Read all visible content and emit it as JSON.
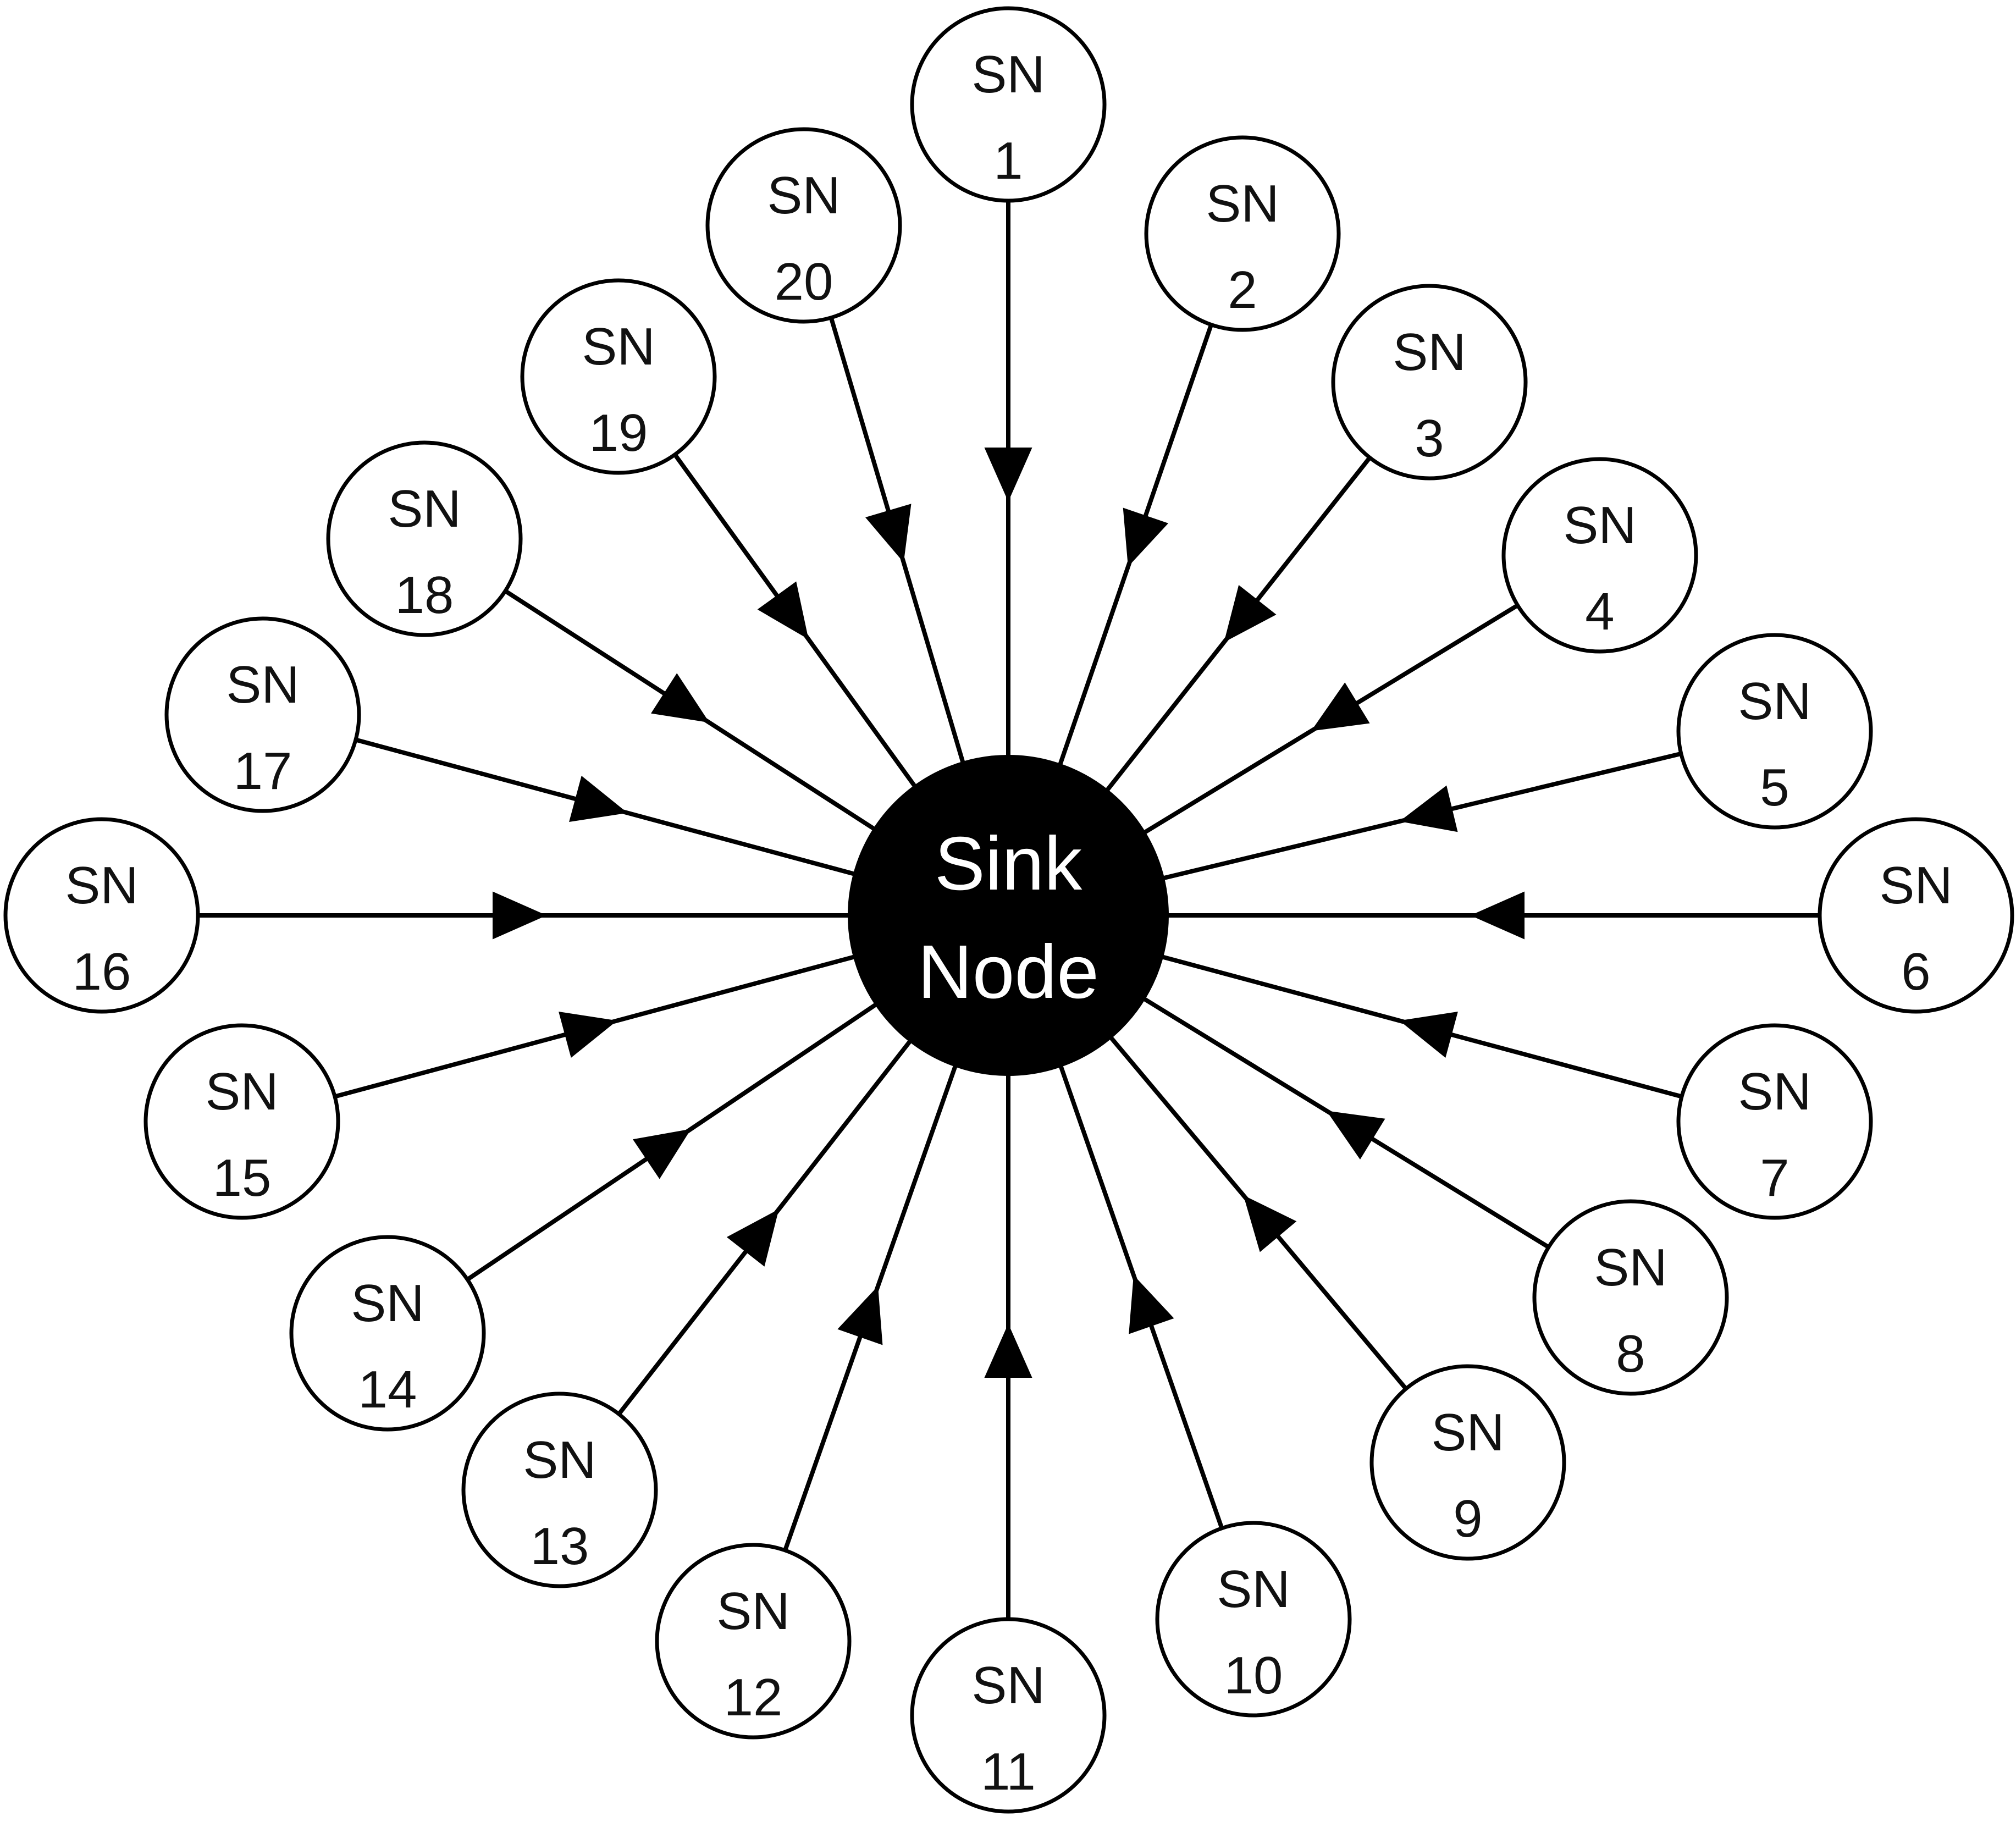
{
  "diagram": {
    "type": "star-network",
    "sink": {
      "label_line1": "Sink",
      "label_line2": "Node",
      "fill": "#000000",
      "text_color": "#ffffff"
    },
    "sensor_nodes": [
      {
        "id": 1,
        "line1": "SN",
        "line2": "1"
      },
      {
        "id": 2,
        "line1": "SN",
        "line2": "2"
      },
      {
        "id": 3,
        "line1": "SN",
        "line2": "3"
      },
      {
        "id": 4,
        "line1": "SN",
        "line2": "4"
      },
      {
        "id": 5,
        "line1": "SN",
        "line2": "5"
      },
      {
        "id": 6,
        "line1": "SN",
        "line2": "6"
      },
      {
        "id": 7,
        "line1": "SN",
        "line2": "7"
      },
      {
        "id": 8,
        "line1": "SN",
        "line2": "8"
      },
      {
        "id": 9,
        "line1": "SN",
        "line2": "9"
      },
      {
        "id": 10,
        "line1": "SN",
        "line2": "10"
      },
      {
        "id": 11,
        "line1": "SN",
        "line2": "11"
      },
      {
        "id": 12,
        "line1": "SN",
        "line2": "12"
      },
      {
        "id": 13,
        "line1": "SN",
        "line2": "13"
      },
      {
        "id": 14,
        "line1": "SN",
        "line2": "14"
      },
      {
        "id": 15,
        "line1": "SN",
        "line2": "15"
      },
      {
        "id": 16,
        "line1": "SN",
        "line2": "16"
      },
      {
        "id": 17,
        "line1": "SN",
        "line2": "17"
      },
      {
        "id": 18,
        "line1": "SN",
        "line2": "18"
      },
      {
        "id": 19,
        "line1": "SN",
        "line2": "19"
      },
      {
        "id": 20,
        "line1": "SN",
        "line2": "20"
      }
    ],
    "edges_direction": "sensor-to-sink",
    "colors": {
      "node_fill": "#ffffff",
      "stroke": "#000000"
    }
  }
}
